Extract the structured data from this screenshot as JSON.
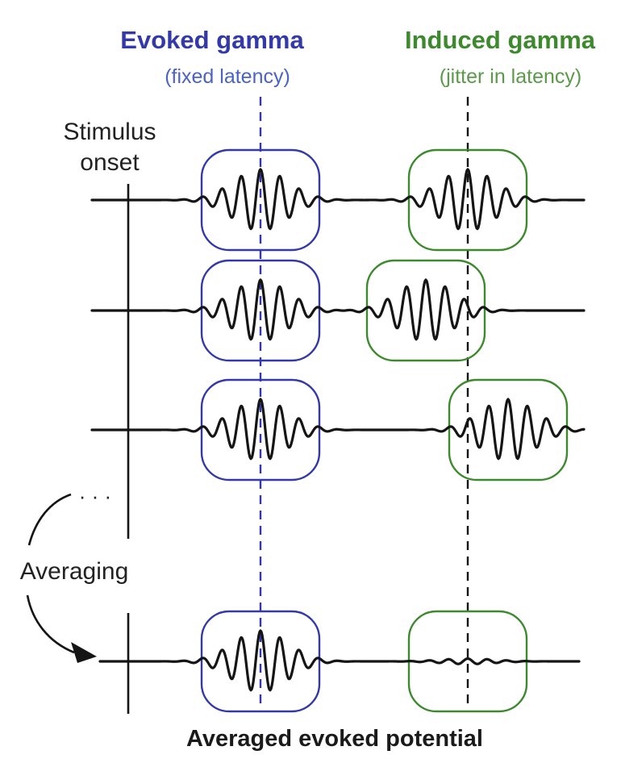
{
  "evoked": {
    "title": "Evoked gamma",
    "subtitle": "(fixed latency)",
    "color": "#3339a8",
    "subtitle_color": "#4a63c4"
  },
  "induced": {
    "title": "Induced gamma",
    "subtitle": "(jitter in latency)",
    "color": "#3d8a2e",
    "subtitle_color": "#5a9a48"
  },
  "stimulus_label": [
    "Stimulus",
    "onset"
  ],
  "ellipsis": "· · ·",
  "averaging_label": "Averaging",
  "footer": "Averaged evoked potential",
  "trials": [
    {
      "name": "trial-1",
      "induced_shift": 0
    },
    {
      "name": "trial-2",
      "induced_shift": -52
    },
    {
      "name": "trial-3",
      "induced_shift": 50
    }
  ],
  "average": {
    "name": "averaged-trace",
    "induced_amplitude_ratio": 0.09
  }
}
